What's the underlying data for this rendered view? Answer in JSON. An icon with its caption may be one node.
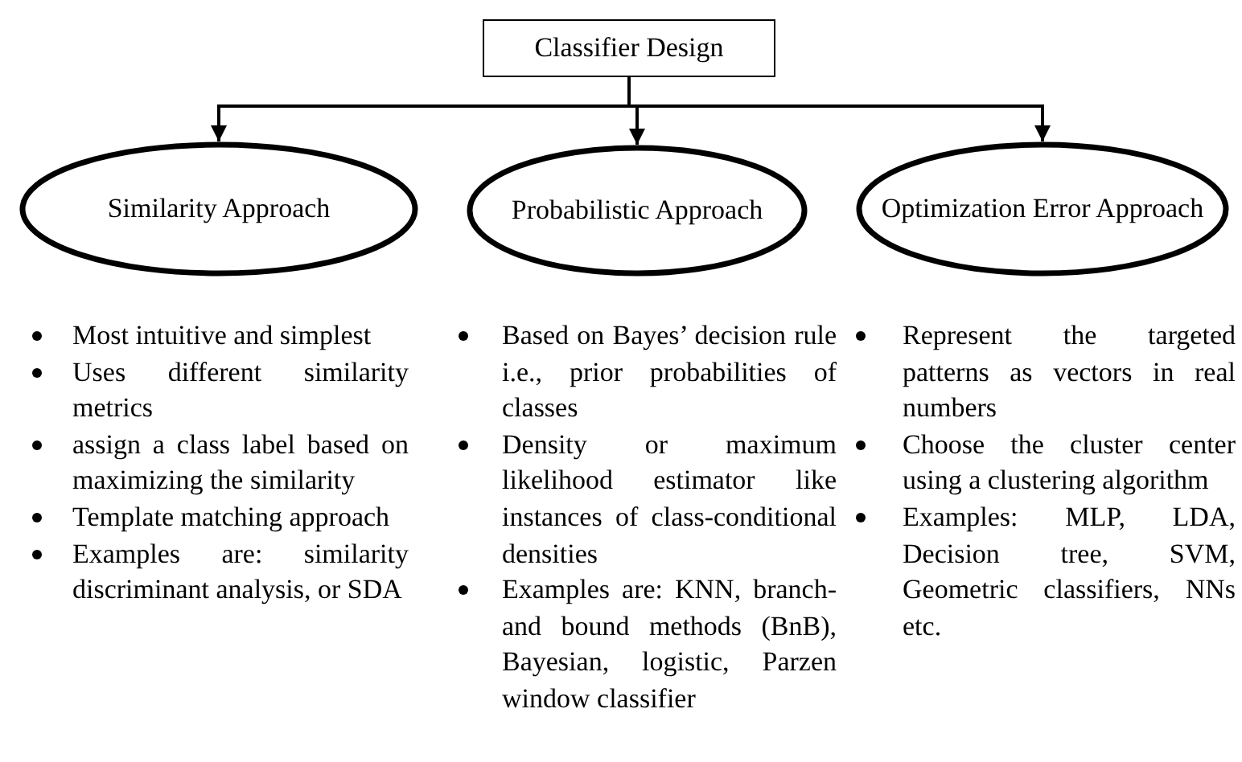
{
  "diagram": {
    "nodes": [
      {
        "text": [
          "Classifier Design"
        ]
      },
      {
        "text": [
          "Similarity Approach"
        ],
        "beside": [
          "Most intuitive and simplest",
          "Uses different similarity metrics",
          "assign a class label based on maximizing the similarity",
          "Template matching approach",
          "Examples are: similarity discriminant analysis, or SDA"
        ]
      },
      {
        "text": [
          "Probabilistic Approach"
        ],
        "beside": [
          "Based on Bayes’ decision rule i.e., prior probabilities of classes",
          "Density or maximum likelihood estimator like instances of class-conditional densities",
          "Examples are: KNN, branch-and bound methods (BnB), Bayesian, logistic, Parzen window classifier"
        ]
      },
      {
        "text": [
          "Optimization Error Approach"
        ],
        "beside": [
          "Represent the targeted patterns as vectors in real numbers",
          "Choose the cluster center using a clustering algorithm",
          "Examples: MLP, LDA, Decision tree, SVM, Geometric classifiers, NNs etc."
        ]
      }
    ],
    "edges": [
      {
        "from": 0,
        "to": 1,
        "arrow": "to"
      },
      {
        "from": 0,
        "to": 2,
        "arrow": "to"
      },
      {
        "from": 0,
        "to": 3,
        "arrow": "to"
      }
    ]
  }
}
